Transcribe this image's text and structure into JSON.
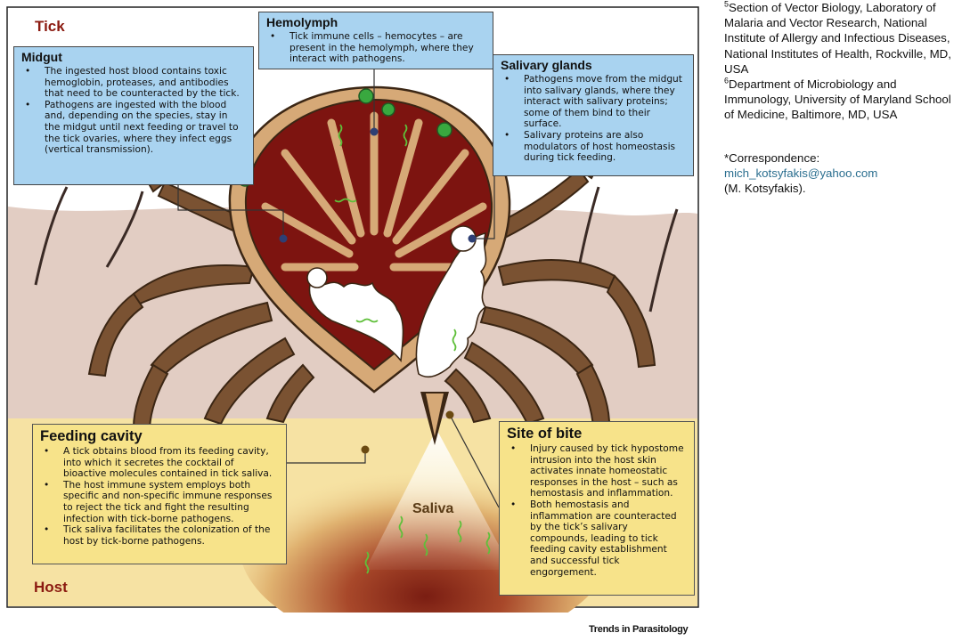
{
  "regions": {
    "tick": "Tick",
    "host": "Host"
  },
  "boxes": {
    "hemolymph": {
      "title": "Hemolymph",
      "items": [
        "Tick immune cells – hemocytes – are present in the hemolymph, where they interact with pathogens."
      ]
    },
    "midgut": {
      "title": "Midgut",
      "items": [
        "The ingested host blood contains toxic hemoglobin, proteases, and antibodies that need to be counteracted by the tick.",
        "Pathogens are ingested with the blood and, depending on the species, stay in the midgut until next feeding or travel to the tick ovaries, where they infect eggs (vertical transmission)."
      ]
    },
    "salivary": {
      "title": "Salivary glands",
      "items": [
        "Pathogens move from the midgut into salivary glands, where they interact with salivary proteins; some of them bind to their surface.",
        "Salivary proteins are also modulators of host homeostasis during tick feeding."
      ]
    },
    "feeding": {
      "title": "Feeding cavity",
      "items": [
        "A tick obtains blood from its feeding cavity, into which it secretes the cocktail of bioactive molecules contained in tick saliva.",
        "The host immune system employs both specific and non-specific immune responses to reject the tick and fight the resulting infection with tick-borne pathogens.",
        "Tick saliva facilitates the colonization of the host by tick-borne pathogens."
      ]
    },
    "bite": {
      "title": "Site of bite",
      "items": [
        "Injury caused by tick hypostome intrusion into the host skin activates innate homeostatic responses in the host – such as hemostasis and inflammation.",
        "Both hemostasis and inflammation are counteracted by the tick’s salivary compounds, leading to tick feeding cavity establishment and successful tick engorgement."
      ]
    }
  },
  "saliva_label": "Saliva",
  "affiliations": {
    "aff5_num": "5",
    "aff5_text": "Section of Vector Biology, Laboratory of Malaria and Vector Research, National Institute of Allergy and Infectious Diseases, National Institutes of Health, Rockville, MD, USA",
    "aff6_num": "6",
    "aff6_text": "Department of Microbiology and Immunology, University of Maryland School of Medicine, Baltimore, MD, USA",
    "correspondence_label": "*Correspondence:",
    "email": "mich_kotsyfakis@yahoo.com",
    "author": "(M. Kotsyfakis)."
  },
  "source": "Trends in Parasitology",
  "colors": {
    "panel_blue": "#a9d3f0",
    "panel_yellow": "#f7e38a",
    "tick_body": "#d6a977",
    "midgut": "#7d1410",
    "skin": "#e2cdc3",
    "host_tissue": "#f6e2a3",
    "leg": "#7a5232",
    "label_red": "#8b1a10"
  }
}
